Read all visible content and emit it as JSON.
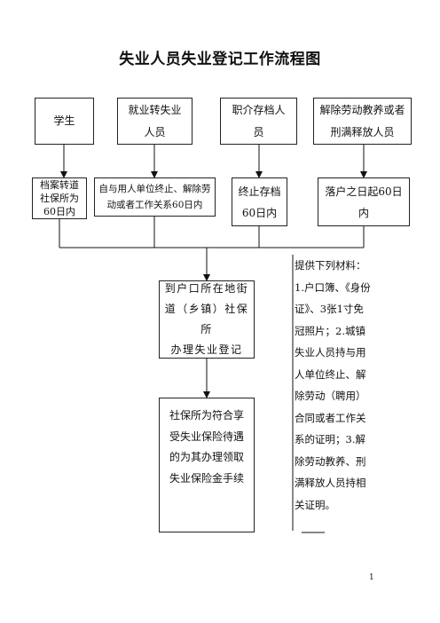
{
  "title": "失业人员失业登记工作流程图",
  "top_boxes": {
    "student": "学生",
    "employed_to_unemployed": "就业转失业\n人员",
    "agency_archive": "职介存档人\n员",
    "released_persons": "解除劳动教养或者\n刑满释放人员"
  },
  "second_boxes": {
    "archive_transfer": "档案转道\n社保所为\n60日内",
    "termination_contract": "自与用人单位终止、解除劳\n动或者工作关系60日内",
    "terminate_archive": "终止存档\n60日内",
    "settle_household": "落户之日起60日\n内"
  },
  "register_box": "到户口所在地街\n道（乡镇）社保所\n办理失业登记",
  "benefit_box": "社保所为符合享\n受失业保险待遇\n的为其办理领取\n失业保险金手续",
  "notes": "提供下列材料：\n1.户口簿、《身份\n证》、3张1寸免\n冠照片；2.城镇\n失业人员持与用\n人单位终止、解\n除劳动（聘用）\n合同或者工作关\n系的证明；3.解\n除劳动教养、刑\n满释放人员持相\n关证明。",
  "page_number": "1"
}
